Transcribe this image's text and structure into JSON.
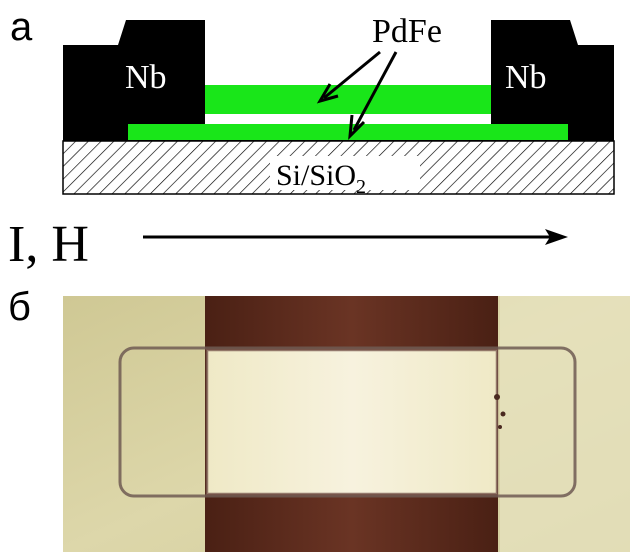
{
  "panel_a": {
    "label": "а",
    "pdfe_label": "PdFe",
    "nb_left_label": "Nb",
    "nb_right_label": "Nb",
    "substrate_label": "Si/SiO",
    "substrate_subscript": "2",
    "direction_label": "I, H"
  },
  "panel_b": {
    "label": "б"
  },
  "colors": {
    "nb": "#000000",
    "pdfe": "#19e619",
    "substrate_hatch": "#000000",
    "photo_background": "#d8d2a0",
    "photo_electrode": "#5c2a1c",
    "photo_film": "#f3eed2"
  }
}
